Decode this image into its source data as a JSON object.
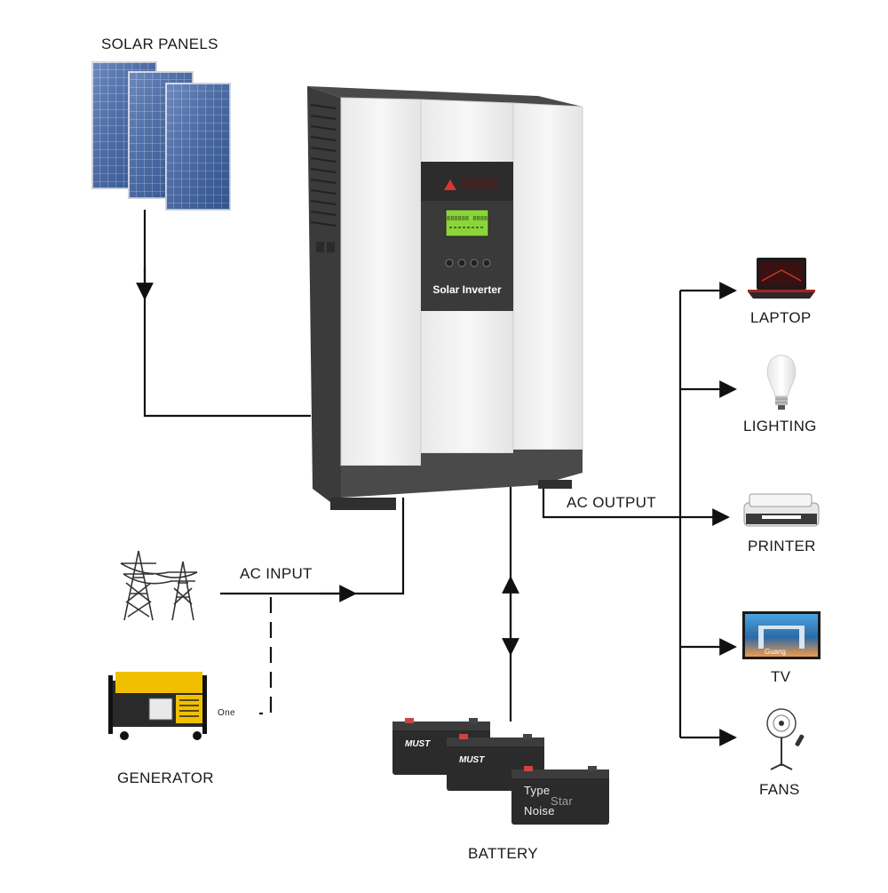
{
  "labels": {
    "solar_panels": "SOLAR PANELS",
    "ac_input": "AC INPUT",
    "generator": "GENERATOR",
    "generator_tag": "One",
    "battery": "BATTERY",
    "ac_output": "AC OUTPUT",
    "laptop": "LAPTOP",
    "lighting": "LIGHTING",
    "printer": "PRINTER",
    "tv": "TV",
    "fans": "FANS"
  },
  "inverter": {
    "panel_label": "Solar Inverter",
    "lcd_text": "888888 8888"
  },
  "battery_brand": "MUST",
  "tv_screen_text": "Guang",
  "watermark": {
    "line1": "Type",
    "line2": "Star",
    "line3": "Noise"
  },
  "colors": {
    "line": "#111111",
    "panel_blue": "#3c63a8",
    "lcd_green": "#7ed321",
    "inverter_white": "#f2f2f2",
    "inverter_dark": "#3a3a3a"
  }
}
